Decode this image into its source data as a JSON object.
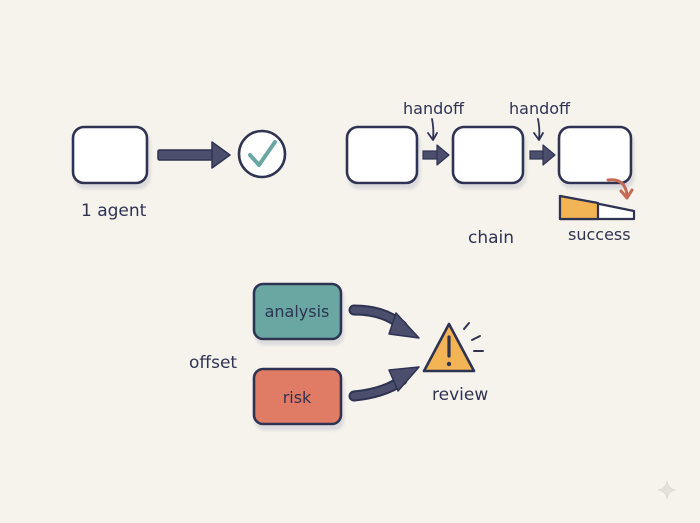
{
  "colors": {
    "ink": "#2e3352",
    "arrow": "#4b4e6d",
    "box_fill": "#ffffff",
    "analysis": "#6aa7a3",
    "risk": "#e07b65",
    "warning": "#f2b455",
    "success_bar": "#f2b455",
    "curve_arrow": "#c46a55",
    "background": "#f6f3ec"
  },
  "panels": {
    "single": {
      "label": "1 agent",
      "result_icon": "check-circle-icon"
    },
    "chain": {
      "handoff_1": "handoff",
      "handoff_2": "handoff",
      "label": "chain",
      "success_label": "success"
    },
    "offset": {
      "label": "offset",
      "box_1": "analysis",
      "box_2": "risk",
      "result_icon": "warning-triangle-icon",
      "result_label": "review"
    }
  },
  "decoration": {
    "corner_icon": "sparkle-icon"
  }
}
